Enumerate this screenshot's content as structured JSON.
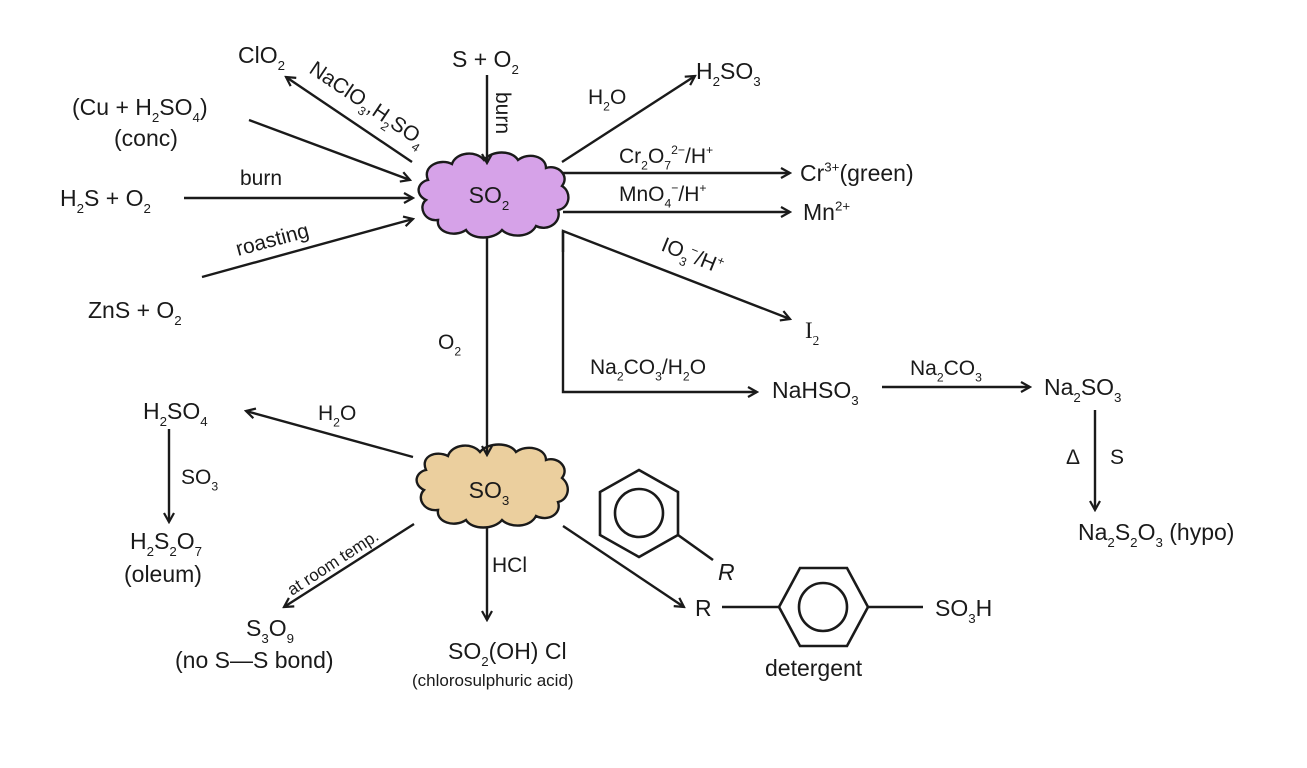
{
  "title": "Reactions of sulphur dioxide and sulphur trioxide",
  "colors": {
    "so2_cloud": "#d6a2e8",
    "so3_cloud": "#ebcf9e",
    "ink": "#1a1a1a",
    "background": "#ffffff"
  },
  "nodes": {
    "so2": [
      {
        "t": "SO"
      },
      {
        "t": "2",
        "s": "sub"
      }
    ],
    "so3": [
      {
        "t": "SO"
      },
      {
        "t": "3",
        "s": "sub"
      }
    ],
    "clo2": [
      {
        "t": "ClO"
      },
      {
        "t": "2",
        "s": "sub"
      }
    ],
    "cu_h2so4": [
      {
        "t": "(Cu + H"
      },
      {
        "t": "2",
        "s": "sub"
      },
      {
        "t": "SO"
      },
      {
        "t": "4",
        "s": "sub"
      },
      {
        "t": ")"
      }
    ],
    "conc": [
      {
        "t": "(conc)"
      }
    ],
    "h2s_o2": [
      {
        "t": "H"
      },
      {
        "t": "2",
        "s": "sub"
      },
      {
        "t": "S + O"
      },
      {
        "t": "2",
        "s": "sub"
      }
    ],
    "zns_o2": [
      {
        "t": "ZnS + O"
      },
      {
        "t": "2",
        "s": "sub"
      }
    ],
    "s_o2": [
      {
        "t": "S + O"
      },
      {
        "t": "2",
        "s": "sub"
      }
    ],
    "h2so3": [
      {
        "t": "H"
      },
      {
        "t": "2",
        "s": "sub"
      },
      {
        "t": "SO"
      },
      {
        "t": "3",
        "s": "sub"
      }
    ],
    "cr3": [
      {
        "t": "Cr"
      },
      {
        "t": "3+",
        "s": "sup"
      },
      {
        "t": "(green)"
      }
    ],
    "mn2": [
      {
        "t": "Mn"
      },
      {
        "t": "2+",
        "s": "sup"
      }
    ],
    "i2": [
      {
        "t": "I"
      },
      {
        "t": "2",
        "s": "sub"
      }
    ],
    "nahso3": [
      {
        "t": "NaHSO"
      },
      {
        "t": "3",
        "s": "sub"
      }
    ],
    "na2so3": [
      {
        "t": "Na"
      },
      {
        "t": "2",
        "s": "sub"
      },
      {
        "t": "SO"
      },
      {
        "t": "3",
        "s": "sub"
      }
    ],
    "na2s2o3": [
      {
        "t": "Na"
      },
      {
        "t": "2",
        "s": "sub"
      },
      {
        "t": "S"
      },
      {
        "t": "2",
        "s": "sub"
      },
      {
        "t": "O"
      },
      {
        "t": "3",
        "s": "sub"
      },
      {
        "t": " (hypo)"
      }
    ],
    "h2so4": [
      {
        "t": "H"
      },
      {
        "t": "2",
        "s": "sub"
      },
      {
        "t": "SO"
      },
      {
        "t": "4",
        "s": "sub"
      }
    ],
    "h2s2o7": [
      {
        "t": "H"
      },
      {
        "t": "2",
        "s": "sub"
      },
      {
        "t": "S"
      },
      {
        "t": "2",
        "s": "sub"
      },
      {
        "t": "O"
      },
      {
        "t": "7",
        "s": "sub"
      }
    ],
    "oleum": [
      {
        "t": "(oleum)"
      }
    ],
    "s3o9": [
      {
        "t": "S"
      },
      {
        "t": "3",
        "s": "sub"
      },
      {
        "t": "O"
      },
      {
        "t": "9",
        "s": "sub"
      }
    ],
    "no_ss": [
      {
        "t": "(no S—S bond)"
      }
    ],
    "so2ohcl": [
      {
        "t": "SO"
      },
      {
        "t": "2",
        "s": "sub"
      },
      {
        "t": "(OH) Cl"
      }
    ],
    "chlorosulphuric": [
      {
        "t": "(chlorosulphuric acid)"
      }
    ],
    "r_left": [
      {
        "t": "R"
      }
    ],
    "r_benzene": [
      {
        "t": "R"
      }
    ],
    "so3h": [
      {
        "t": "SO"
      },
      {
        "t": "3",
        "s": "sub"
      },
      {
        "t": "H"
      }
    ],
    "detergent": [
      {
        "t": "detergent"
      }
    ]
  },
  "conditions": {
    "naclo3_h2so4": [
      {
        "t": "NaClO"
      },
      {
        "t": "3",
        "s": "sub"
      },
      {
        "t": ",H"
      },
      {
        "t": "2",
        "s": "sub"
      },
      {
        "t": "SO"
      },
      {
        "t": "4",
        "s": "sub"
      }
    ],
    "burn_h2s": [
      {
        "t": "burn"
      }
    ],
    "roasting": [
      {
        "t": "roasting"
      }
    ],
    "burn_s": [
      {
        "t": "burn"
      }
    ],
    "h2o_h2so3": [
      {
        "t": "H"
      },
      {
        "t": "2",
        "s": "sub"
      },
      {
        "t": "O"
      }
    ],
    "dichromate": [
      {
        "t": "Cr"
      },
      {
        "t": "2",
        "s": "sub"
      },
      {
        "t": "O"
      },
      {
        "t": "7",
        "s": "sub"
      },
      {
        "t": "2−",
        "s": "sup"
      },
      {
        "t": "/H"
      },
      {
        "t": "+",
        "s": "sup"
      }
    ],
    "permanganate": [
      {
        "t": "MnO"
      },
      {
        "t": "4",
        "s": "sub"
      },
      {
        "t": "−",
        "s": "sup"
      },
      {
        "t": "/H"
      },
      {
        "t": "+",
        "s": "sup"
      }
    ],
    "iodate": [
      {
        "t": "IO"
      },
      {
        "t": "3",
        "s": "sub"
      },
      {
        "t": "−",
        "s": "sup"
      },
      {
        "t": "/H"
      },
      {
        "t": "+",
        "s": "sup"
      }
    ],
    "na2co3_h2o": [
      {
        "t": "Na"
      },
      {
        "t": "2",
        "s": "sub"
      },
      {
        "t": "CO"
      },
      {
        "t": "3",
        "s": "sub"
      },
      {
        "t": "/H"
      },
      {
        "t": "2",
        "s": "sub"
      },
      {
        "t": "O"
      }
    ],
    "na2co3": [
      {
        "t": "Na"
      },
      {
        "t": "2",
        "s": "sub"
      },
      {
        "t": "CO"
      },
      {
        "t": "3",
        "s": "sub"
      }
    ],
    "delta": [
      {
        "t": "Δ"
      }
    ],
    "s_hypo": [
      {
        "t": "S"
      }
    ],
    "o2": [
      {
        "t": "O"
      },
      {
        "t": "2",
        "s": "sub"
      }
    ],
    "h2o_h2so4": [
      {
        "t": "H"
      },
      {
        "t": "2",
        "s": "sub"
      },
      {
        "t": "O"
      }
    ],
    "so3_oleum": [
      {
        "t": "SO"
      },
      {
        "t": "3",
        "s": "sub"
      }
    ],
    "room_temp": [
      {
        "t": "at room temp."
      }
    ],
    "hcl": [
      {
        "t": "HCl"
      }
    ]
  }
}
